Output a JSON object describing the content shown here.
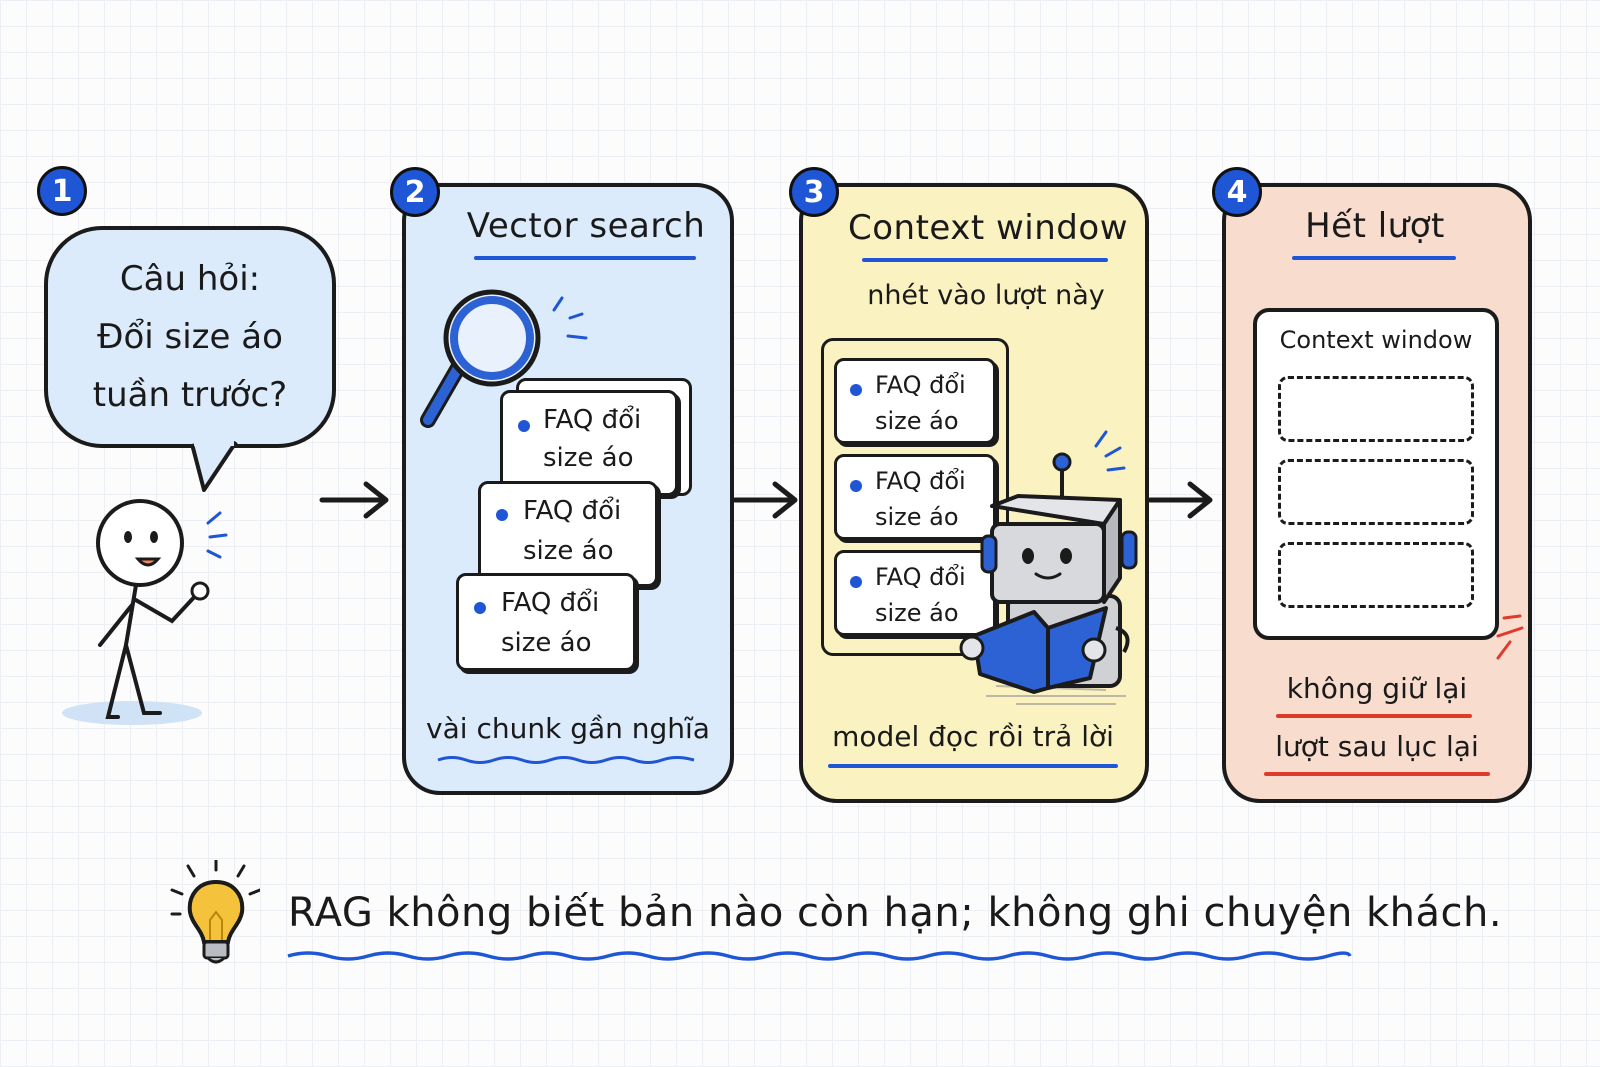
{
  "step1": {
    "badge": "1",
    "question_line1": "Câu hỏi:",
    "question_line2": "Đổi size áo",
    "question_line3": "tuần trước?"
  },
  "step2": {
    "badge": "2",
    "title": "Vector search",
    "cards": [
      {
        "line1": "FAQ đổi",
        "line2": "size áo"
      },
      {
        "line1": "FAQ đổi",
        "line2": "size áo"
      },
      {
        "line1": "FAQ đổi",
        "line2": "size áo"
      }
    ],
    "caption": "vài chunk gần nghĩa"
  },
  "step3": {
    "badge": "3",
    "title": "Context window",
    "subtitle": "nhét vào lượt này",
    "cards": [
      {
        "line1": "FAQ đổi",
        "line2": "size áo"
      },
      {
        "line1": "FAQ đổi",
        "line2": "size áo"
      },
      {
        "line1": "FAQ đổi",
        "line2": "size áo"
      }
    ],
    "caption": "model đọc rồi trả lời"
  },
  "step4": {
    "badge": "4",
    "title": "Hết lượt",
    "window_label": "Context window",
    "caption_line1": "không giữ lại",
    "caption_line2": "lượt sau lục lại"
  },
  "takeaway": "RAG không biết bản nào còn hạn; không ghi chuyện khách.",
  "colors": {
    "accent_blue": "#1e56d6",
    "accent_red": "#e03a2b",
    "panel_blue": "#dcebfb",
    "panel_yellow": "#fbf2c2",
    "panel_peach": "#f8dccd"
  },
  "icons": [
    "stick-figure-icon",
    "magnifier-icon",
    "robot-reading-icon",
    "lightbulb-icon",
    "arrow-right-icon"
  ]
}
